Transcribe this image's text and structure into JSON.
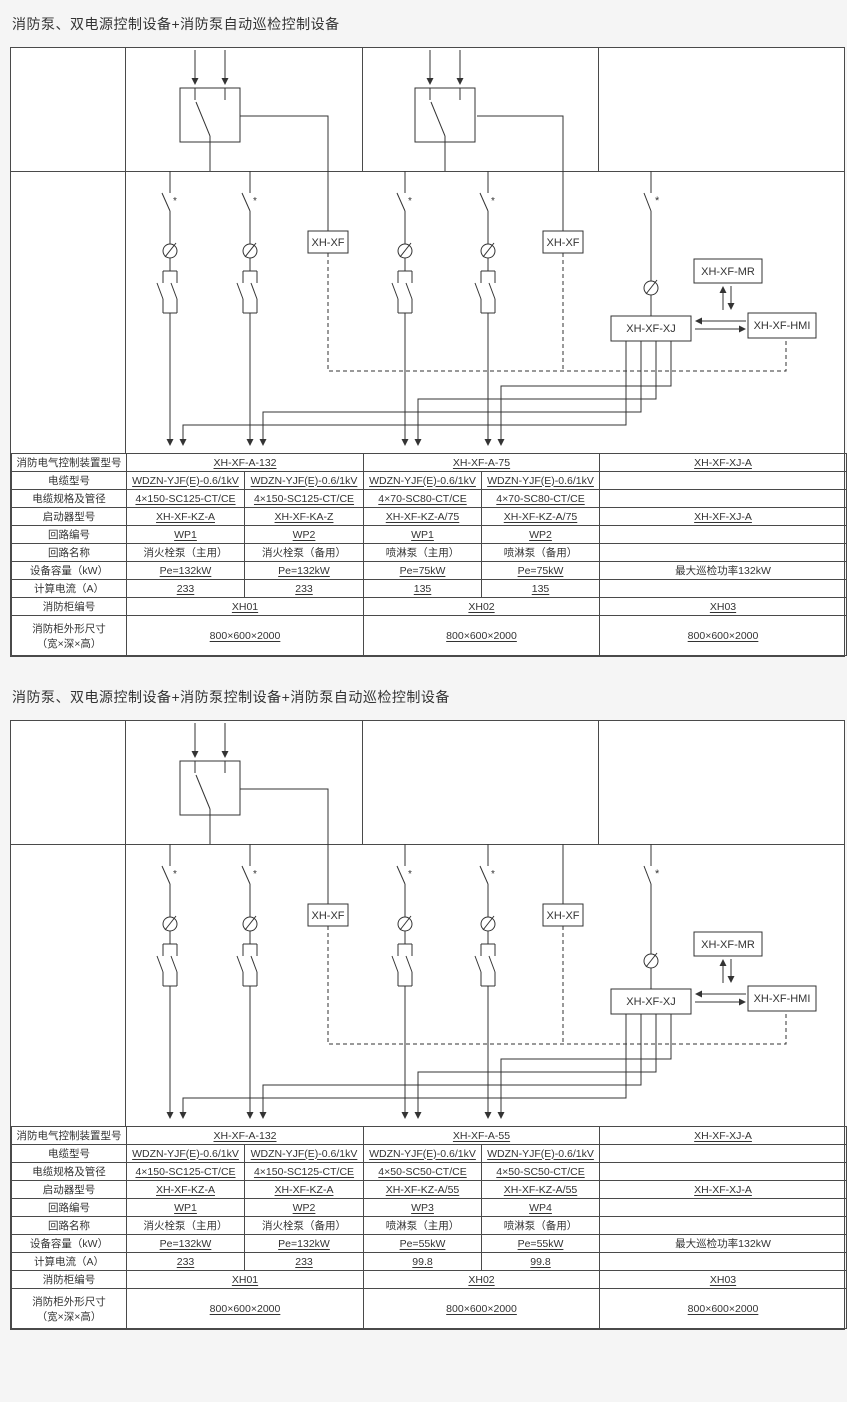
{
  "row_labels": {
    "device_model": "消防电气控制装置型号",
    "cable_model": "电缆型号",
    "cable_spec": "电缆规格及管径",
    "starter": "启动器型号",
    "circuit_no": "回路编号",
    "circuit_name": "回路名称",
    "capacity": "设备容量（kW）",
    "current": "计算电流（A）",
    "cabinet_no": "消防柜编号",
    "cabinet_size_line1": "消防柜外形尺寸",
    "cabinet_size_line2": "（宽×深×高）"
  },
  "diagram_marks": {
    "star": "*"
  },
  "sections": [
    {
      "title": "消防泵、双电源控制设备+消防泵自动巡检控制设备",
      "diagram_labels": {
        "pump1": "XH-XF",
        "pump2": "XH-XF",
        "mr": "XH-XF-MR",
        "xj": "XH-XF-XJ",
        "hmi": "XH-XF-HMI"
      },
      "device_models": [
        "XH-XF-A-132",
        "XH-XF-A-75",
        "XH-XF-XJ-A"
      ],
      "cable_models": [
        "WDZN-YJF(E)-0.6/1kV",
        "WDZN-YJF(E)-0.6/1kV",
        "WDZN-YJF(E)-0.6/1kV",
        "WDZN-YJF(E)-0.6/1kV"
      ],
      "cable_specs": [
        "4×150-SC125-CT/CE",
        "4×150-SC125-CT/CE",
        "4×70-SC80-CT/CE",
        "4×70-SC80-CT/CE"
      ],
      "starters": [
        "XH-XF-KZ-A",
        "XH-XF-KA-Z",
        "XH-XF-KZ-A/75",
        "XH-XF-KZ-A/75",
        "XH-XF-XJ-A"
      ],
      "circuit_nos": [
        "WP1",
        "WP2",
        "WP1",
        "WP2"
      ],
      "circuit_names": [
        "消火栓泵（主用）",
        "消火栓泵（备用）",
        "喷淋泵（主用）",
        "喷淋泵（备用）"
      ],
      "capacities": [
        "Pe=132kW",
        "Pe=132kW",
        "Pe=75kW",
        "Pe=75kW"
      ],
      "max_patrol_power": "最大巡检功率132kW",
      "currents": [
        "233",
        "233",
        "135",
        "135"
      ],
      "cabinet_nos": [
        "XH01",
        "XH02",
        "XH03"
      ],
      "cabinet_sizes": [
        "800×600×2000",
        "800×600×2000",
        "800×600×2000"
      ]
    },
    {
      "title": "消防泵、双电源控制设备+消防泵控制设备+消防泵自动巡检控制设备",
      "diagram_labels": {
        "pump1": "XH-XF",
        "pump2": "XH-XF",
        "mr": "XH-XF-MR",
        "xj": "XH-XF-XJ",
        "hmi": "XH-XF-HMI"
      },
      "device_models": [
        "XH-XF-A-132",
        "XH-XF-A-55",
        "XH-XF-XJ-A"
      ],
      "cable_models": [
        "WDZN-YJF(E)-0.6/1kV",
        "WDZN-YJF(E)-0.6/1kV",
        "WDZN-YJF(E)-0.6/1kV",
        "WDZN-YJF(E)-0.6/1kV"
      ],
      "cable_specs": [
        "4×150-SC125-CT/CE",
        "4×150-SC125-CT/CE",
        "4×50-SC50-CT/CE",
        "4×50-SC50-CT/CE"
      ],
      "starters": [
        "XH-XF-KZ-A",
        "XH-XF-KZ-A",
        "XH-XF-KZ-A/55",
        "XH-XF-KZ-A/55",
        "XH-XF-XJ-A"
      ],
      "circuit_nos": [
        "WP1",
        "WP2",
        "WP3",
        "WP4"
      ],
      "circuit_names": [
        "消火栓泵（主用）",
        "消火栓泵（备用）",
        "喷淋泵（主用）",
        "喷淋泵（备用）"
      ],
      "capacities": [
        "Pe=132kW",
        "Pe=132kW",
        "Pe=55kW",
        "Pe=55kW"
      ],
      "max_patrol_power": "最大巡检功率132kW",
      "currents": [
        "233",
        "233",
        "99.8",
        "99.8"
      ],
      "cabinet_nos": [
        "XH01",
        "XH02",
        "XH03"
      ],
      "cabinet_sizes": [
        "800×600×2000",
        "800×600×2000",
        "800×600×2000"
      ]
    }
  ]
}
